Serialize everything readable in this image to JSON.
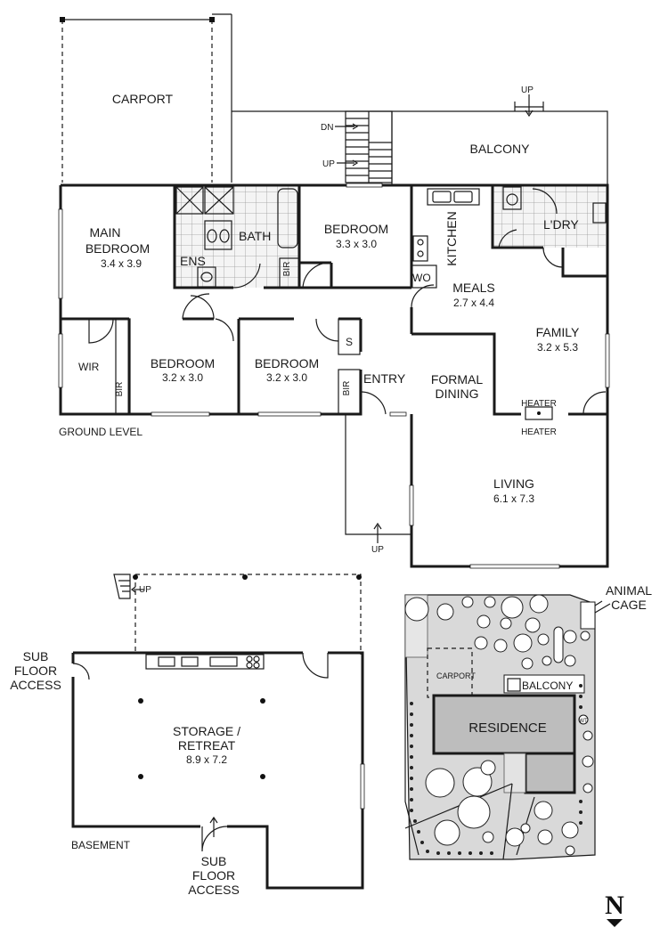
{
  "ground": {
    "carport": "CARPORT",
    "balcony": "BALCONY",
    "main_bedroom": [
      "MAIN",
      "BEDROOM",
      "3.4 x 3.9"
    ],
    "bath": "BATH",
    "ens": "ENS",
    "bedroom_top": [
      "BEDROOM",
      "3.3 x 3.0"
    ],
    "bir": "BIR",
    "kitchen": "KITCHEN",
    "wo": "WO",
    "ldry": "L'DRY",
    "meals": [
      "MEALS",
      "2.7 x 4.4"
    ],
    "family": [
      "FAMILY",
      "3.2 x 5.3"
    ],
    "wir": "WIR",
    "bedroom_left": [
      "BEDROOM",
      "3.2 x 3.0"
    ],
    "bedroom_mid": [
      "BEDROOM",
      "3.2 x 3.0"
    ],
    "s": "S",
    "entry": "ENTRY",
    "formal_dining": [
      "FORMAL",
      "DINING"
    ],
    "heater": "HEATER",
    "living": [
      "LIVING",
      "6.1 x 7.3"
    ],
    "ground_level": "GROUND LEVEL",
    "up": "UP",
    "dn": "DN"
  },
  "basement": {
    "storage": [
      "STORAGE /",
      "RETREAT",
      "8.9 x 7.2"
    ],
    "sub_floor_access": [
      "SUB",
      "FLOOR",
      "ACCESS"
    ],
    "basement": "BASEMENT",
    "up": "UP"
  },
  "site": {
    "animal_cage": [
      "ANIMAL",
      "CAGE"
    ],
    "carport": "CARPORT",
    "balcony": "BALCONY",
    "residence": "RESIDENCE",
    "wt": "WT"
  },
  "compass": {
    "letter": "N"
  }
}
